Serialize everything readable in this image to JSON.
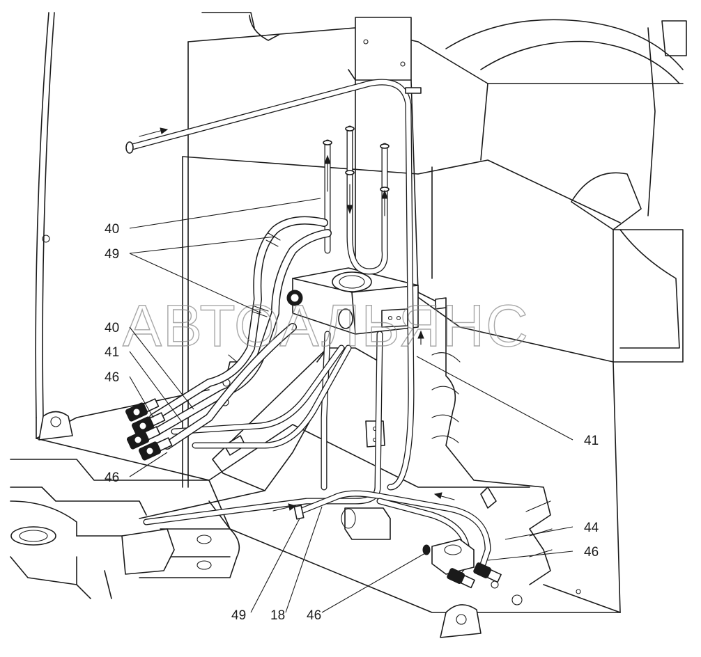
{
  "watermark": "АВТОАЛЬЯНС",
  "callouts": {
    "c40_top": "40",
    "c49_top": "49",
    "c40_mid": "40",
    "c41_left": "41",
    "c46_left_top": "46",
    "c46_left_bottom": "46",
    "c41_right": "41",
    "c44": "44",
    "c46_right": "46",
    "c49_bottom": "49",
    "c18": "18",
    "c46_bottom": "46"
  },
  "colors": {
    "line": "#1a1a1a",
    "watermark": "#8a8a8a",
    "background": "#ffffff"
  }
}
